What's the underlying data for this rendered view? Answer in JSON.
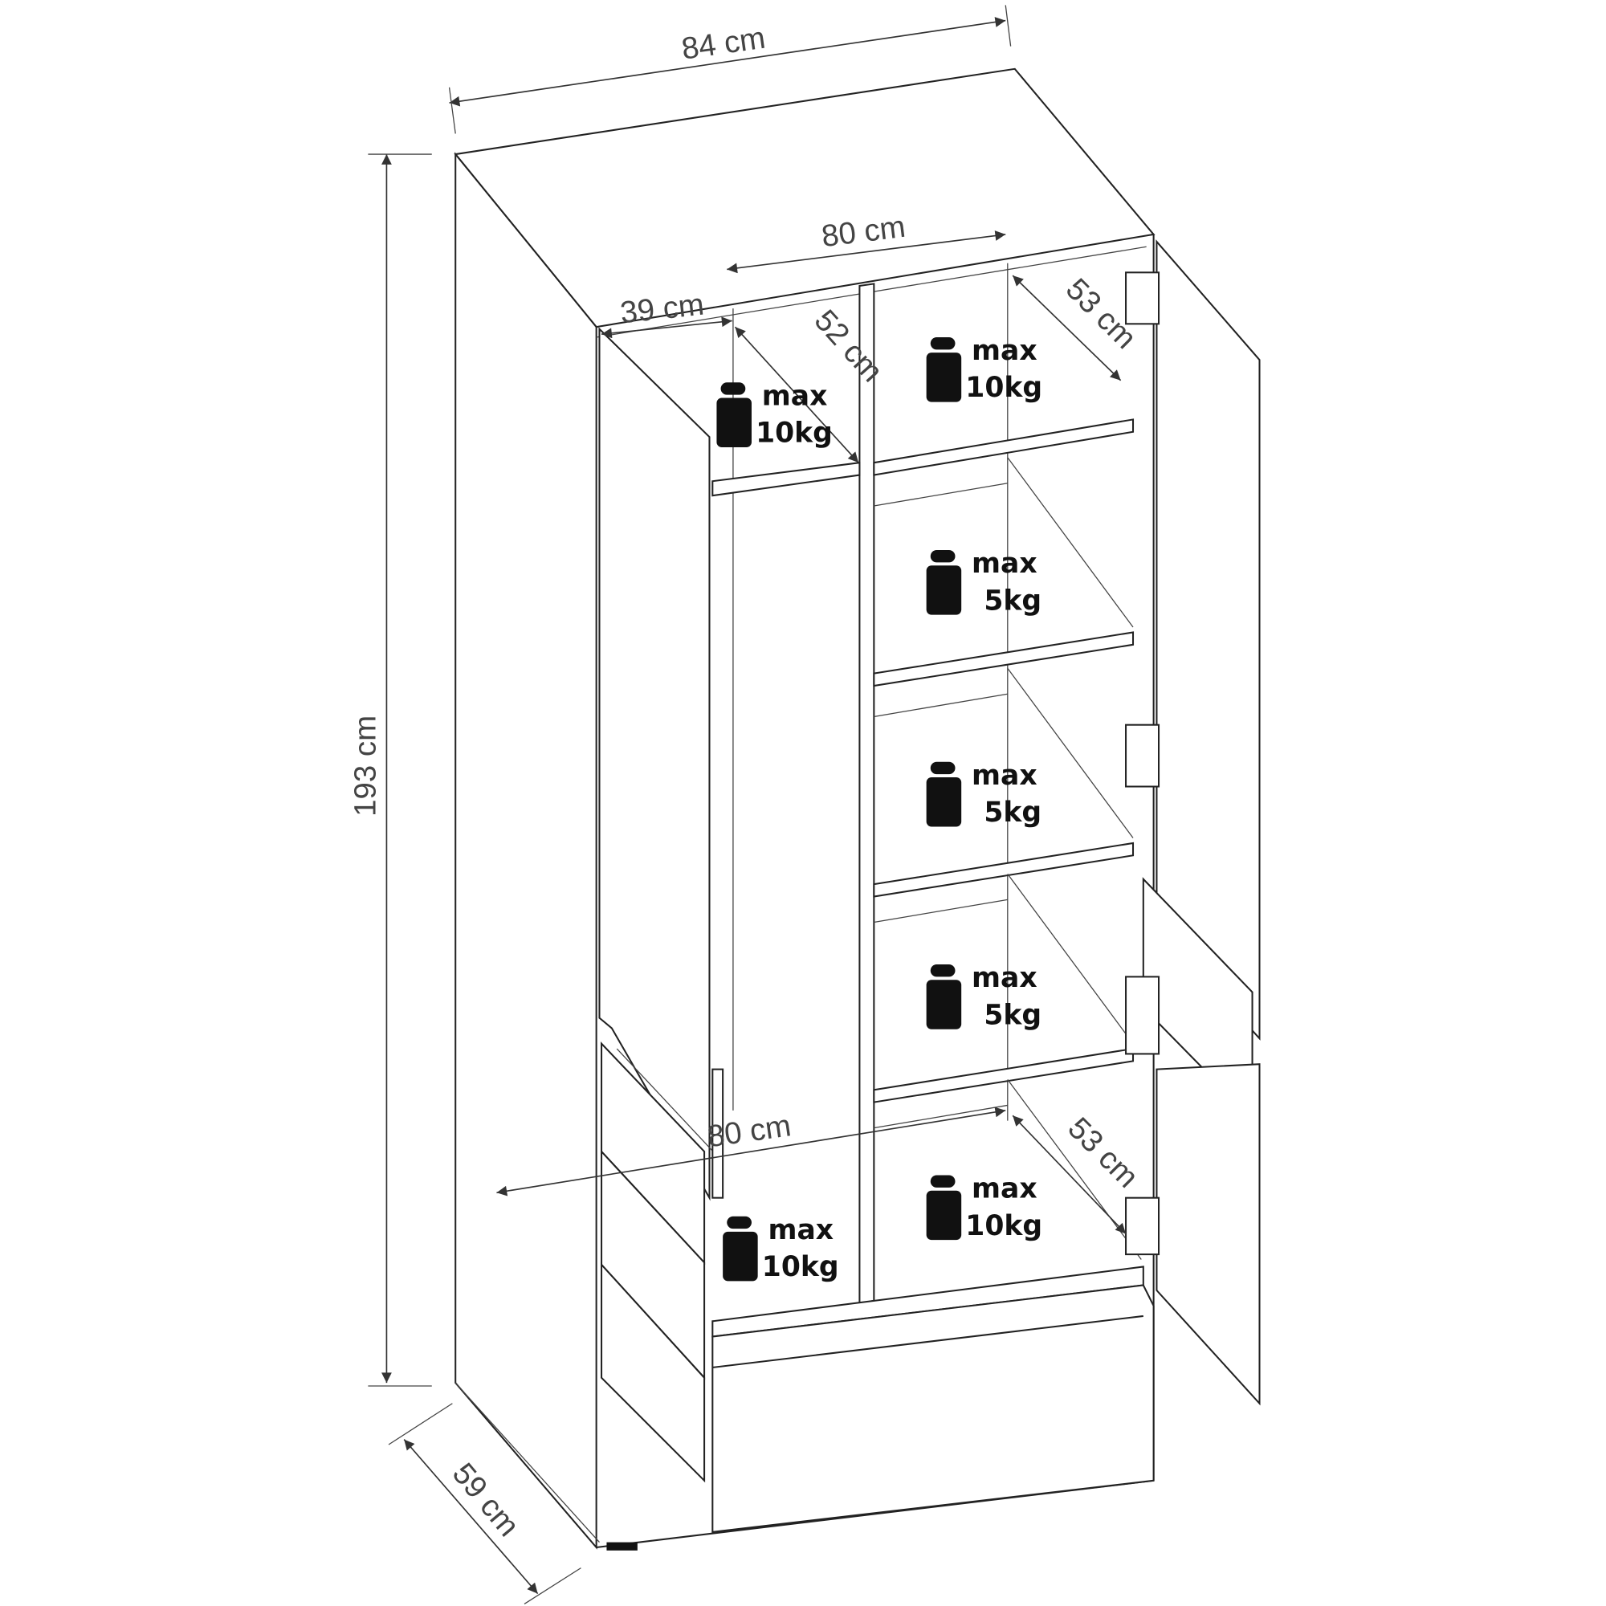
{
  "title": "Wardrobe dimensions and shelf load diagram",
  "dimensions": {
    "width_outer": "84 cm",
    "height": "193 cm",
    "depth": "59 cm",
    "inner_width_top": "80 cm",
    "left_shelf_width": "39 cm",
    "left_shelf_depth": "52 cm",
    "right_shelf_depth_top": "53 cm",
    "inner_width_bottom": "80 cm",
    "right_shelf_depth_bottom": "53 cm"
  },
  "loads": [
    {
      "max": "max",
      "weight": "10kg"
    },
    {
      "max": "max",
      "weight": "10kg"
    },
    {
      "max": "max",
      "weight": "5kg"
    },
    {
      "max": "max",
      "weight": "5kg"
    },
    {
      "max": "max",
      "weight": "5kg"
    },
    {
      "max": "max",
      "weight": "10kg"
    },
    {
      "max": "max",
      "weight": "10kg"
    }
  ]
}
